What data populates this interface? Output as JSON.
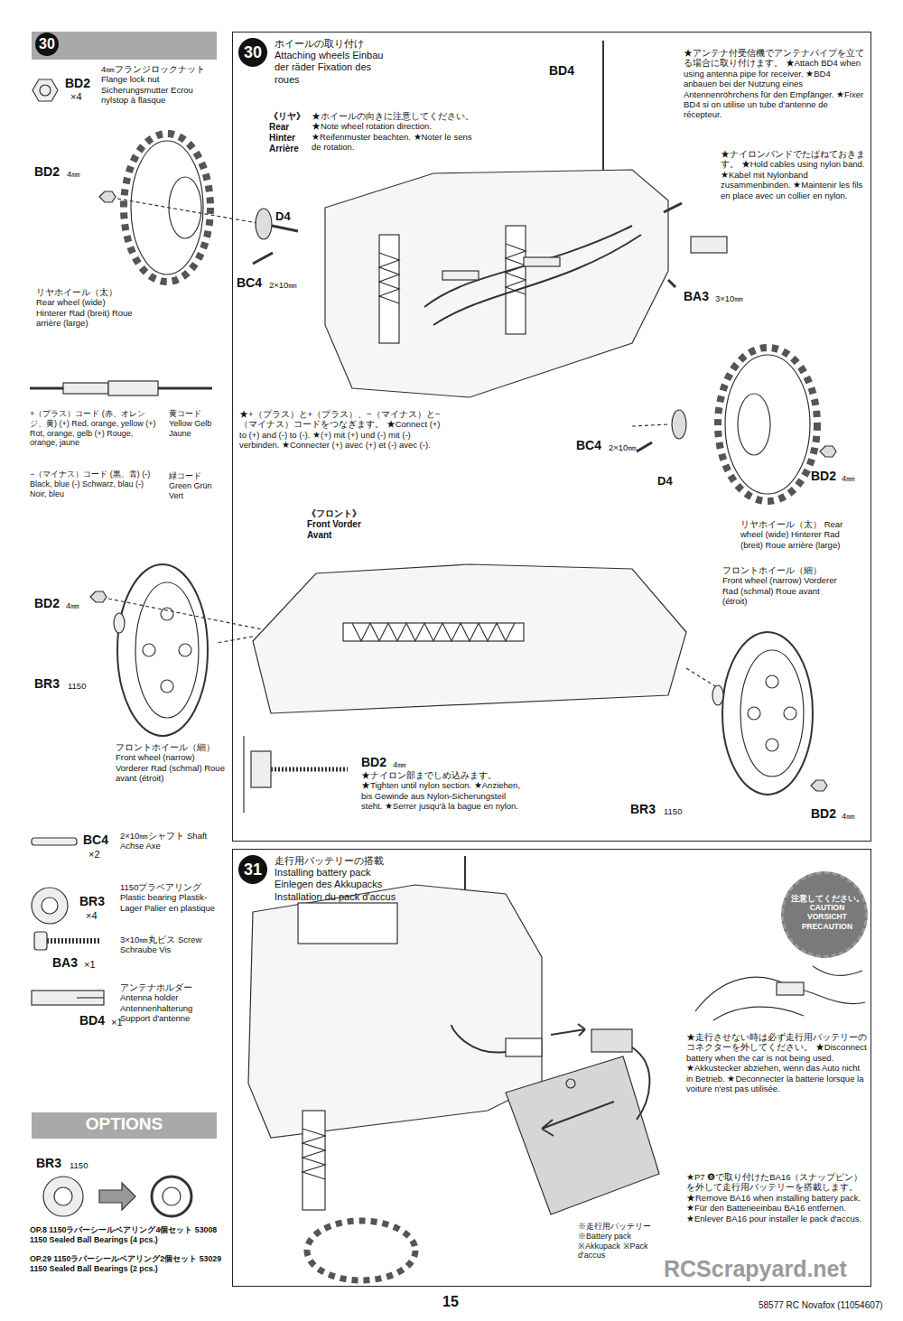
{
  "diagram": {
    "nodes": [
      {
        "text": [
          "30"
        ]
      },
      {
        "text": [
          "30",
          "ホイールの取り付け Attaching wheels Einbau der räder Fixation des roues"
        ]
      },
      {
        "text": [
          "31",
          "走行用バッテリーの搭載 Installing battery pack Einlegen des Akkupacks Installation du pack d'accus"
        ]
      },
      {
        "text": [
          "OPTIONS"
        ]
      },
      {
        "text": [
          "注意してください。 CAUTION VORSICHT PRECAUTION"
        ],
        "in": 2
      }
    ],
    "labels": [
      "BD2",
      "×4",
      "4㎜フランジロックナット Flange lock nut Sicherungsmutter Ecrou nylstop à flasque",
      "BD2",
      "4㎜",
      "D4",
      "リヤホイール（太） Rear wheel (wide) Hinterer Rad (breit) Roue arrière (large)",
      "BC4",
      "2×10㎜",
      "+（プラス）コード (赤、オレンジ、黄) (+) Red, orange, yellow (+) Rot, orange, gelb (+) Rouge, orange, jaune",
      "黄コード Yellow Gelb Jaune",
      "−（マイナス）コード (黒、青) (-) Black, blue (-) Schwarz, blau (-) Noir, bleu",
      "緑コード Green Grün Vert",
      "BD2",
      "4㎜",
      "BR3",
      "1150",
      "フロントホイール（細） Front wheel (narrow) Vorderer Rad (schmal) Roue avant (étroit)",
      "BC4",
      "×2",
      "2×10㎜シャフト Shaft Achse Axe",
      "BR3",
      "×4",
      "1150プラベアリング Plastic bearing Plastik-Lager Palier en plastique",
      "BA3",
      "×1",
      "3×10㎜丸ビス Screw Schraube Vis",
      "BD4",
      "×1",
      "アンテナホルダー Antenna holder Antennenhalterung Support d'antenne",
      "BR3",
      "1150",
      "OP.8 1150ラバーシールベアリング4個セット 53008 1150 Sealed Ball Bearings (4 pcs.)",
      "OP.29 1150ラバーシールベアリング2個セット 53029 1150 Sealed Ball Bearings (2 pcs.)",
      "《リヤ》 Rear Hinter Arrière",
      "★ホイールの向きに注意してください。 ★Note wheel rotation direction. ★Reifenmuster beachten. ★Noter le sens de rotation.",
      "BD4",
      "★アンテナ付受信機でアンテナパイプを立てる場合に取り付けます。 ★Attach BD4 when using antenna pipe for receiver. ★BD4 anbauen bei der Nutzung eines Antennenröhrchens für den Empfänger. ★Fixer BD4 si on utilise un tube d'antenne de récepteur.",
      "★ナイロンバンドでたばねておきます。 ★Hold cables using nylon band. ★Kabel mit Nylonband zusammenbinden. ★Maintenir les fils en place avec un collier en nylon.",
      "BA3",
      "3×10㎜",
      "★+（プラス）と+（プラス）、−（マイナス）と−（マイナス）コードをつなぎます。 ★Connect (+) to (+) and (-) to (-). ★(+) mit (+) und (-) mit (-) verbinden. ★Connecter (+) avec (+) et (-) avec (-).",
      "BC4",
      "2×10㎜",
      "D4",
      "BD2",
      "4㎜",
      "リヤホイール（太） Rear wheel (wide) Hinterer Rad (breit) Roue arrière (large)",
      "《フロント》 Front Vorder Avant",
      "フロントホイール（細） Front wheel (narrow) Vorderer Rad (schmal) Roue avant (étroit)",
      "BD2",
      "4㎜",
      "★ナイロン部までしめ込みます。 ★Tighten until nylon section. ★Anziehen, bis Gewinde aus Nylon-Sicherungsteil steht. ★Serrer jusqu'à la bague en nylon.",
      "BR3",
      "1150",
      "BD2",
      "4㎜",
      "★走行させない時は必ず走行用バッテリーのコネクターを外してください。 ★Disconnect battery when the car is not being used. ★Akkustecker abziehen, wenn das Auto nicht in Betrieb. ★Deconnecter la batterie lorsque la voiture n'est pas utilisée.",
      "★P7 ❽で取り付けたBA16（スナップピン）を外して走行用バッテリーを搭載します。 ★Remove BA16 when installing battery pack. ★Für den Batterieeinbau BA16 entfernen. ★Enlever BA16 pour installer le pack d'accus.",
      "※走行用バッテリー ※Battery pack ※Akkupack ※Pack d'accus",
      "15",
      "58577 RC Novafox (11054607)",
      "RCScrapyard.net"
    ]
  }
}
